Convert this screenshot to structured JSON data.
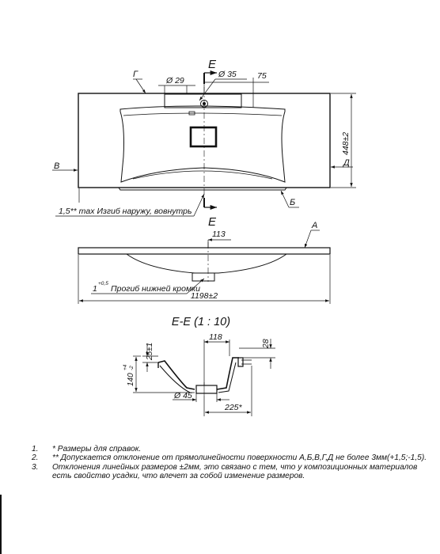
{
  "top_view": {
    "section_letter_top": "E",
    "section_letter_bottom": "E",
    "label_g": "Г",
    "label_v": "В",
    "label_d": "Д",
    "label_b": "Б",
    "dim_hole_29": "Ø 29",
    "dim_hole_35": "Ø 35",
    "dim_75": "75",
    "dim_height": "448±2",
    "note_bend": "1,5** max Изгиб наружу, вовнутрь"
  },
  "front_view": {
    "label_a": "А",
    "dim_113": "113",
    "dim_width": "1198±2",
    "deflection_value": "1",
    "deflection_tol": "+0,5",
    "deflection_text": "Прогиб нижней кромки"
  },
  "section_view": {
    "title": "Е-Е (1 : 10)",
    "dim_118": "118",
    "dim_28": "28",
    "dim_25": "25±1",
    "dim_140": "140",
    "dim_140_tol_upper": "+4",
    "dim_140_tol_lower": "-2",
    "dim_drain": "Ø 45",
    "dim_225": "225*"
  },
  "notes": [
    {
      "num": "1.",
      "text": "* Размеры для справок."
    },
    {
      "num": "2.",
      "text": "** Допускается отклонение от прямолинейности поверхности А,Б,В,Г,Д не более 3мм(+1,5;-1,5)."
    },
    {
      "num": "3.",
      "text": "Отклонения линейных размеров ±2мм, это связано с тем, что у композиционных материалов есть свойство усадки, что влечет за собой изменение размеров."
    }
  ]
}
